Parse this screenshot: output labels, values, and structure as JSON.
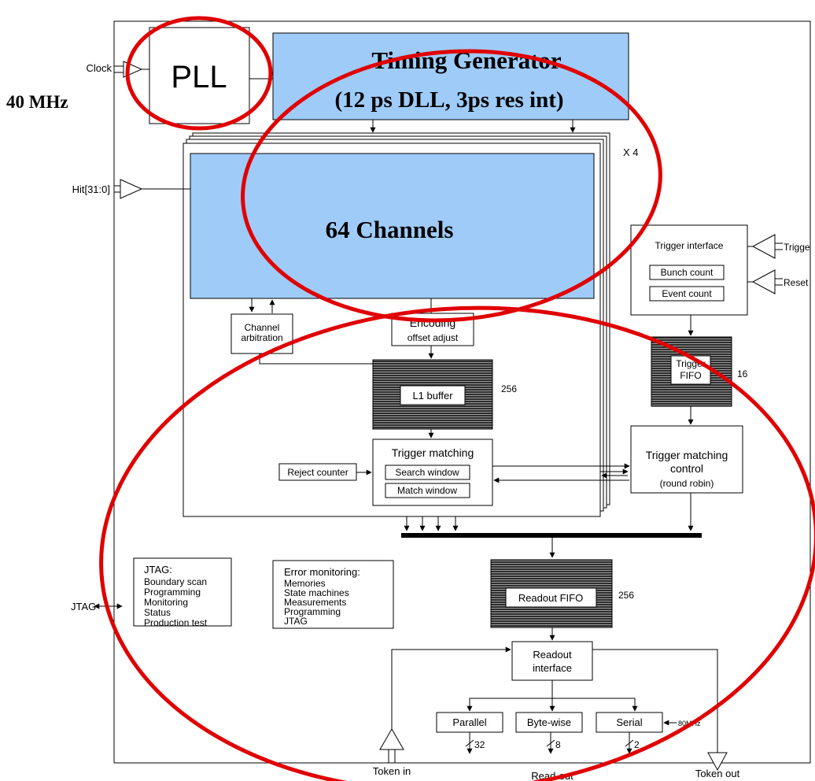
{
  "blocks": {
    "pll": "PLL",
    "timing_title": "Timing Generator",
    "timing_sub": "(12 ps DLL, 3ps res int)",
    "multiplier": "X 4",
    "channels": "64 Channels",
    "channel_arb_1": "Channel",
    "channel_arb_2": "arbitration",
    "encoding_1": "Encoding",
    "encoding_2": "offset adjust",
    "l1_buffer": "L1 buffer",
    "l1_depth": "256",
    "trigger_matching": "Trigger matching",
    "search_window": "Search window",
    "match_window": "Match window",
    "reject_counter": "Reject counter",
    "trigger_interface": "Trigger interface",
    "bunch_count": "Bunch count",
    "event_count": "Event count",
    "trigger_fifo_1": "Trigger",
    "trigger_fifo_2": "FIFO",
    "trigger_fifo_depth": "16",
    "tm_control_1": "Trigger matching",
    "tm_control_2": "control",
    "tm_control_3": "(round robin)",
    "readout_fifo": "Readout FIFO",
    "readout_fifo_depth": "256",
    "readout_if_1": "Readout",
    "readout_if_2": "interface",
    "parallel": "Parallel",
    "bytewise": "Byte-wise",
    "serial": "Serial",
    "bus_parallel": "32",
    "bus_bytewise": "8",
    "bus_serial": "2",
    "serial_clock": "80MHz"
  },
  "jtag_box": {
    "title": "JTAG:",
    "lines": [
      "Boundary scan",
      "Programming",
      "Monitoring",
      "Status",
      "Production test"
    ]
  },
  "error_box": {
    "title": "Error monitoring:",
    "lines": [
      "Memories",
      "State machines",
      "Measurements",
      "Programming",
      "JTAG"
    ]
  },
  "pins": {
    "clock": "Clock",
    "clock_freq": "40 MHz",
    "hit": "Hit[31:0]",
    "trigger": "Trigge",
    "reset": "Reset",
    "jtag": "JTAG",
    "token_in": "Token in",
    "readout": "Read-out",
    "token_out": "Token out"
  },
  "colors": {
    "highlight_blue": "#9ecbf7",
    "annotation_red": "#e00000",
    "memory_gray": "#555555"
  }
}
